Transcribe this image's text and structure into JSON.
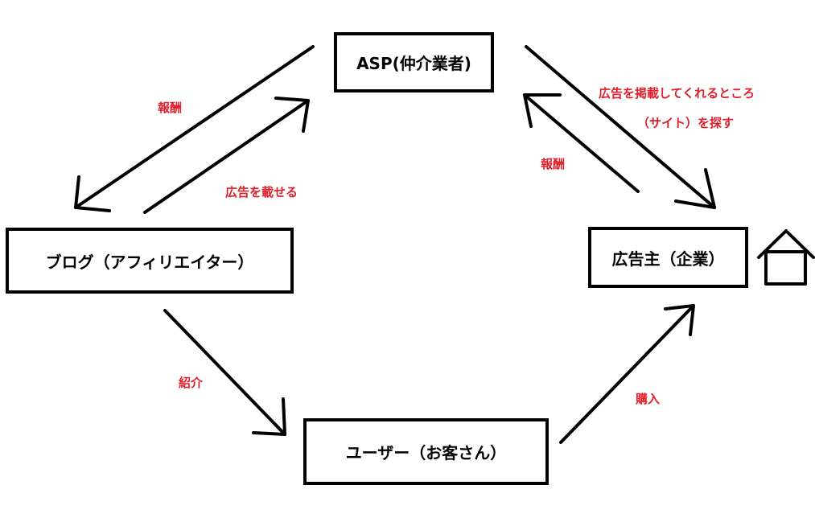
{
  "nodes": {
    "asp": "ASP(仲介業者)",
    "blog": "ブログ（アフィリエイター）",
    "advertiser": "広告主（企業）",
    "user": "ユーザー（お客さん）"
  },
  "labels": {
    "blog_reward": "報酬",
    "blog_publish": "広告を載せる",
    "asp_search_1": "広告を掲載してくれるところ",
    "asp_search_2": "（サイト）を探す",
    "adv_reward": "報酬",
    "introduce": "紹介",
    "purchase": "購入"
  },
  "colors": {
    "label": "#e0202b",
    "stroke": "#000000"
  },
  "icons": {
    "advertiser": "house-icon"
  }
}
